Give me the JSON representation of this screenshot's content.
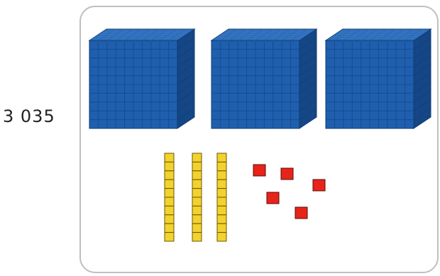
{
  "number_label": "3 035",
  "blocks": {
    "thousands": 3,
    "tens": 3,
    "ones": 5
  },
  "colors": {
    "cube": "#1f5fae",
    "cube_top": "#3a7dcc",
    "cube_side": "#174a8c",
    "rod": "#f2d22e",
    "unit": "#e8231a",
    "panel_border": "#bfbfbf"
  }
}
